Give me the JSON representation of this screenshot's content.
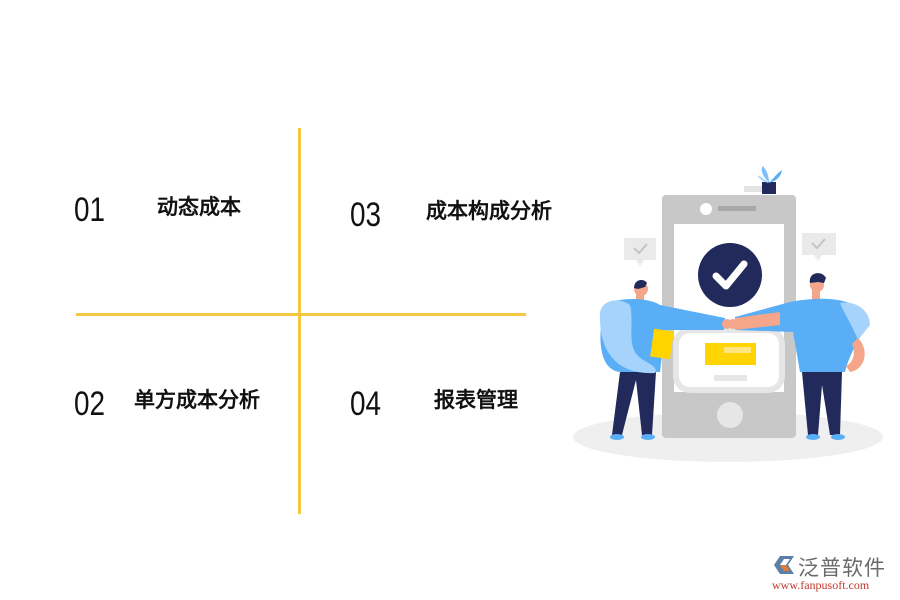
{
  "items": [
    {
      "number": "01",
      "label": "动态成本"
    },
    {
      "number": "02",
      "label": "单方成本分析"
    },
    {
      "number": "03",
      "label": "成本构成分析"
    },
    {
      "number": "04",
      "label": "报表管理"
    }
  ],
  "colors": {
    "divider": "#F5C842",
    "accent_blue": "#5AAEF5",
    "navy": "#222A5C",
    "phone_gray": "#C8C8C8",
    "card_yellow": "#FFD400"
  },
  "illustration": {
    "icon": "checkmark-circle-icon",
    "description": "two people fist-bumping in front of a phone"
  },
  "logo": {
    "brand": "泛普软件",
    "url": "www.fanpusoft.com"
  }
}
